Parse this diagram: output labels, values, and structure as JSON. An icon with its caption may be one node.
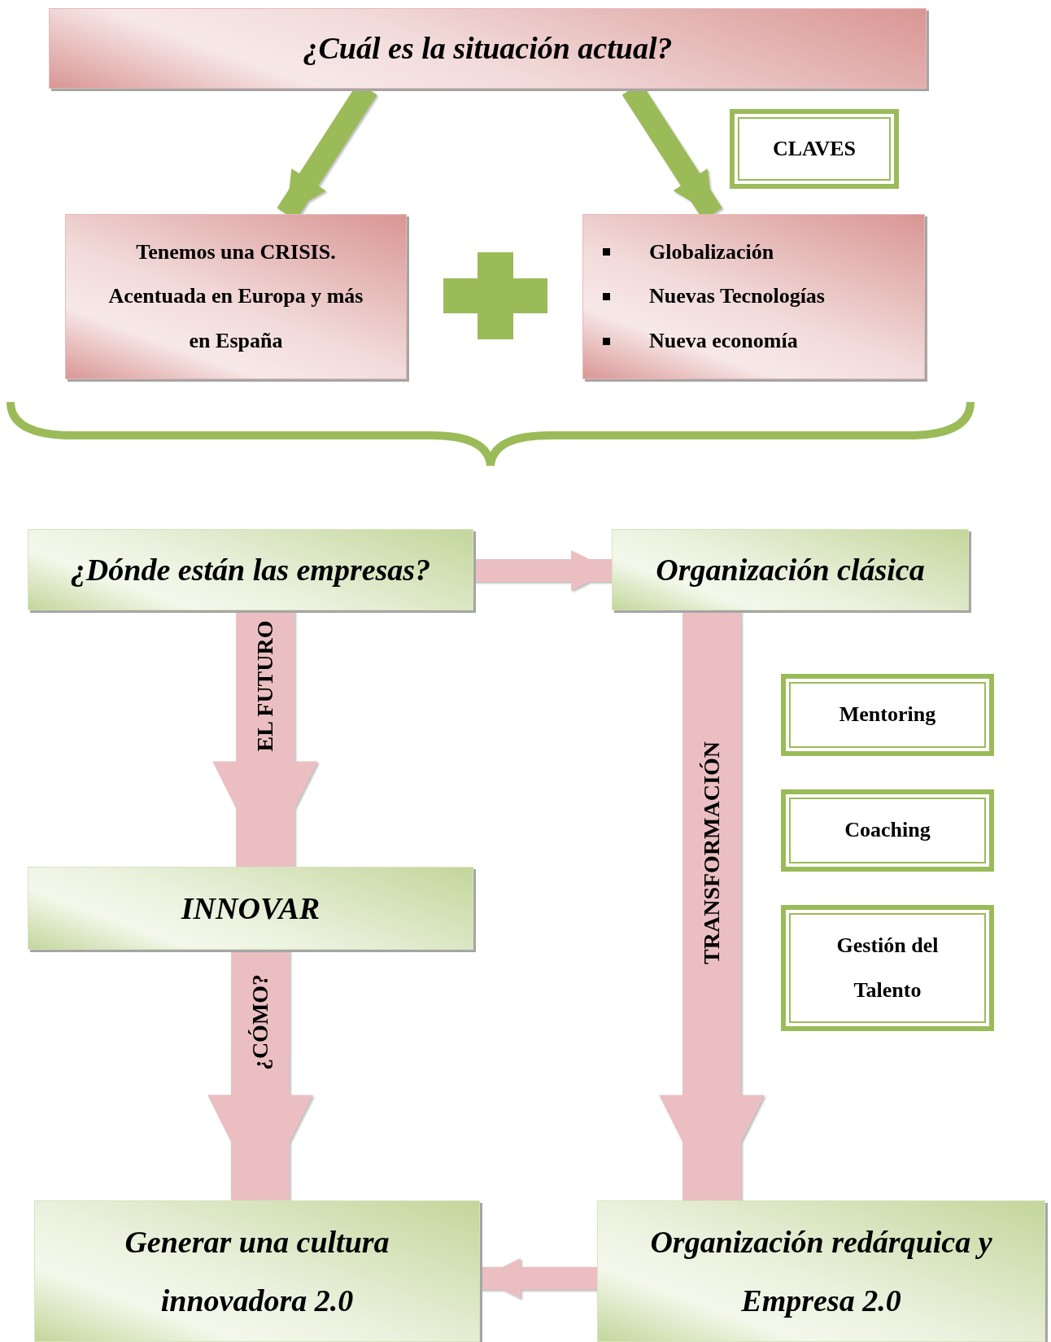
{
  "diagram": {
    "nodes": [
      {
        "text": [
          "¿Cuál es la situación actual?"
        ]
      },
      {
        "text": [
          "Tenemos una CRISIS. Acentuada en Europa y más en España"
        ]
      },
      {
        "text": [
          "Globalización",
          "Nuevas Tecnologías",
          "Nueva economía"
        ]
      },
      {
        "text": [
          "CLAVES"
        ]
      },
      {
        "text": [
          "¿Dónde están las empresas?"
        ]
      },
      {
        "text": [
          "Organización clásica"
        ]
      },
      {
        "text": [
          "INNOVAR"
        ]
      },
      {
        "text": [
          "Generar una cultura innovadora 2.0"
        ]
      },
      {
        "text": [
          "Organización redárquica y Empresa 2.0"
        ]
      },
      {
        "text": [
          "Mentoring"
        ]
      },
      {
        "text": [
          "Coaching"
        ]
      },
      {
        "text": [
          "Gestión del Talento"
        ]
      },
      {
        "text": [],
        "shape": "plus"
      }
    ],
    "edges": [
      {
        "from": 0,
        "to": 1,
        "arrow": "to",
        "color": "#9bbb59"
      },
      {
        "from": 0,
        "to": 2,
        "arrow": "to",
        "color": "#9bbb59"
      },
      {
        "from": 4,
        "to": 5,
        "arrow": "to"
      },
      {
        "from": 4,
        "to": 6,
        "arrow": "to",
        "label": "EL FUTURO",
        "style": "thick"
      },
      {
        "from": 6,
        "to": 7,
        "arrow": "to",
        "label": "¿CÓMO?",
        "style": "thick"
      },
      {
        "from": 5,
        "to": 8,
        "arrow": "to",
        "label": "TRANSFORMACIÓN",
        "style": "thick"
      },
      {
        "from": 8,
        "to": 7,
        "arrow": "to"
      }
    ]
  }
}
